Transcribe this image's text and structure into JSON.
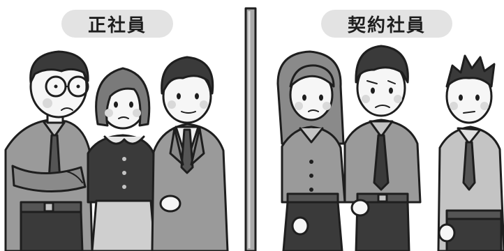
{
  "labels": {
    "left": "正社員",
    "right": "契約社員"
  },
  "groups": {
    "left_people": [
      "glasses-man",
      "bob-hair-woman",
      "suit-man"
    ],
    "right_people": [
      "long-hair-woman",
      "worried-man",
      "spiky-hair-man"
    ]
  },
  "colors": {
    "background": "#ffffff",
    "pill": "#e3e3e3",
    "ink": "#1e1e1e",
    "skin": "#f6f6f6",
    "cheek": "#d9d9d9",
    "hair_dark": "#3a3a3a",
    "cloth_mid": "#9a9a9a",
    "cloth_light": "#c4c4c4",
    "cloth_dark": "#555555"
  }
}
